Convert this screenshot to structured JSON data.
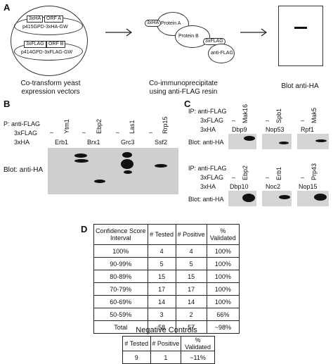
{
  "panel_labels": {
    "a": "A",
    "b": "B",
    "c": "C",
    "d": "D"
  },
  "panel_a": {
    "vec1": {
      "tag": "3xHA",
      "orf": "ORF A",
      "name": "p415GPD-3xHA-GW"
    },
    "vec2": {
      "tag": "3xFLAG",
      "orf": "ORF B",
      "name": "p414GPD-3xFLAG-GW"
    },
    "step1": [
      "Co-transform yeast",
      "expression vectors"
    ],
    "complex": {
      "ha": "3xHA",
      "protein_a": "Protein A",
      "protein_b": "Protein B",
      "flag": "3xFLAG",
      "antibody": "anti-FLAG"
    },
    "step2": [
      "Co-immunoprecipitate",
      "using anti-FLAG resin"
    ],
    "step3": "Blot anti-HA"
  },
  "panel_b": {
    "ip_label": "P: anti-FLAG",
    "flag_label": "3xFLAG",
    "ha_label": "3xHA",
    "blot_label": "Blot: anti-HA",
    "flag_items": [
      "–",
      "Ytm1",
      "–",
      "Ebp2",
      "–",
      "Las1",
      "–",
      "Rrp15"
    ],
    "ha_items": [
      "Erb1",
      "Brx1",
      "Grc3",
      "Ssf2"
    ]
  },
  "panel_c": {
    "ip_label": "IP: anti-FLAG",
    "flag_label": "3xFLAG",
    "ha_label": "3xHA",
    "blot_label": "Blot: anti-HA",
    "top": [
      {
        "flag": "Mak16",
        "ha": "Dbp9"
      },
      {
        "flag": "Spb1",
        "ha": "Nop53"
      },
      {
        "flag": "Mak5",
        "ha": "Rpf1"
      }
    ],
    "bottom": [
      {
        "flag": "Ebp2",
        "ha": "Dbp10"
      },
      {
        "flag": "Erb1",
        "ha": "Noc2"
      },
      {
        "flag": "Prp43",
        "ha": "Nop15"
      }
    ],
    "dash": "–"
  },
  "panel_d": {
    "headers": [
      "Confidence Score Interval",
      "# Tested",
      "# Positive",
      "% Validated"
    ],
    "rows": [
      [
        "100%",
        "4",
        "4",
        "100%"
      ],
      [
        "90-99%",
        "5",
        "5",
        "100%"
      ],
      [
        "80-89%",
        "15",
        "15",
        "100%"
      ],
      [
        "70-79%",
        "17",
        "17",
        "100%"
      ],
      [
        "60-69%",
        "14",
        "14",
        "100%"
      ],
      [
        "50-59%",
        "3",
        "2",
        "66%"
      ],
      [
        "Total",
        "58",
        "57",
        "~98%"
      ]
    ],
    "neg_title": "Negative Controls",
    "neg_headers": [
      "# Tested",
      "# Positive",
      "% Validated"
    ],
    "neg_row": [
      "9",
      "1",
      "~11%"
    ]
  }
}
